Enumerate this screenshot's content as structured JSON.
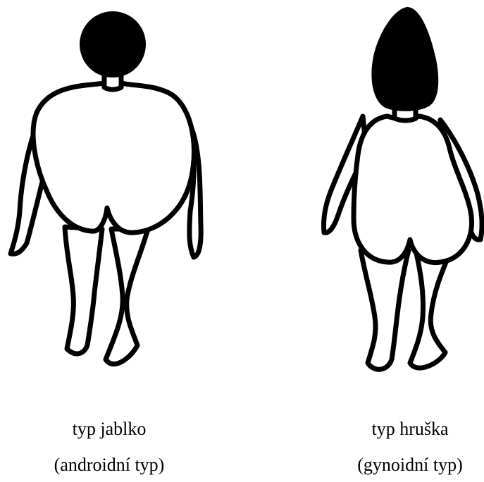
{
  "figures": [
    {
      "caption_line1": "typ jablko",
      "caption_line2": "(androidní typ)"
    },
    {
      "caption_line1": "typ hruška",
      "caption_line2": "(gynoidní typ)"
    }
  ],
  "colors": {
    "outline": "#000000",
    "head": "#000000",
    "background": "#ffffff"
  }
}
